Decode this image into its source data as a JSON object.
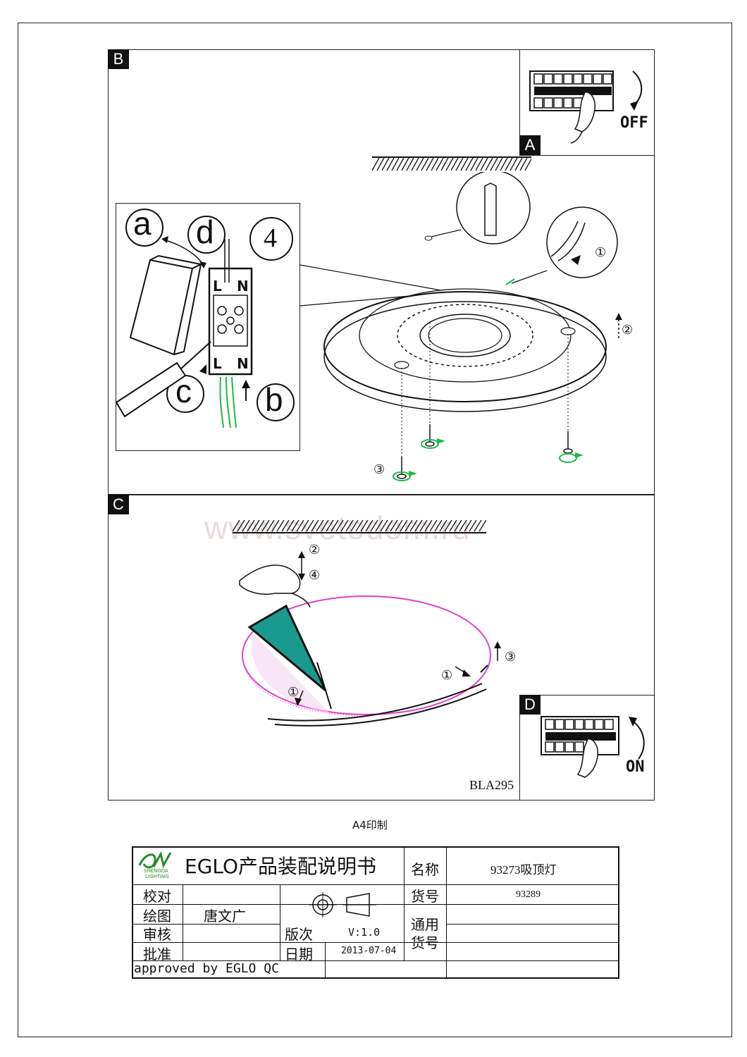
{
  "panels": {
    "a_tag": "A",
    "b_tag": "B",
    "c_tag": "C",
    "d_tag": "D"
  },
  "switch": {
    "off_label": "OFF",
    "on_label": "ON"
  },
  "wiring": {
    "step_number": "4",
    "letters": [
      "a",
      "b",
      "c",
      "d"
    ],
    "terminal_top_left": "L",
    "terminal_top_right": "N",
    "terminal_bottom_left": "L",
    "terminal_bottom_right": "N"
  },
  "mounting_steps": [
    "①",
    "②",
    "③"
  ],
  "cover_steps": [
    "②",
    "④",
    "①",
    "①",
    "③"
  ],
  "watermark": "www.svetodom.ru",
  "model_code": "BLA295",
  "print_note": "A4印制",
  "title_block": {
    "title": "EGLO产品装配说明书",
    "logo_text_1": "SHENGDA",
    "logo_text_2": "LIGHTING",
    "name_label": "名称",
    "name_value": "93273吸顶灯",
    "item_label": "货号",
    "item_value": "93289",
    "general_item_label_1": "通用",
    "general_item_label_2": "货号",
    "check_label": "校对",
    "draw_label": "绘图",
    "draw_value": "唐文广",
    "review_label": "审核",
    "approve_label": "批准",
    "version_label": "版次",
    "version_value": "V:1.0",
    "date_label": "日期",
    "date_value": "2013-07-04",
    "approved_note": "approved by EGLO QC"
  },
  "colors": {
    "accent_green": "#1fb84a",
    "cover_teal": "#1a9a8e",
    "cover_magenta": "#e040c8",
    "logo_green": "#2a8a2a"
  }
}
